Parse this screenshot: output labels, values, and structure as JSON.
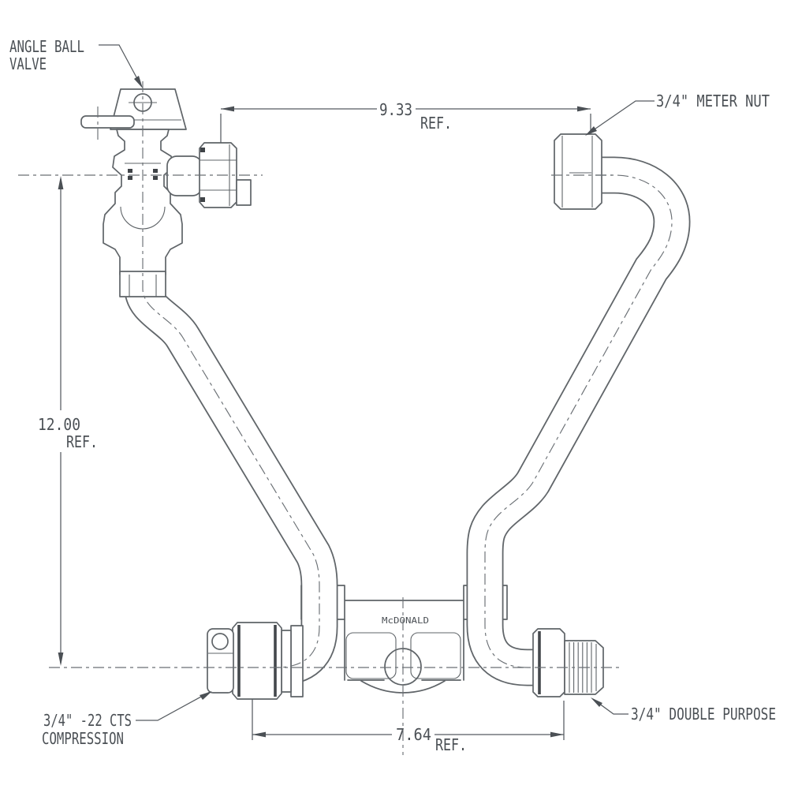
{
  "drawing": {
    "brand_mark": "McDONALD",
    "labels": {
      "angle_ball_valve_line1": "ANGLE BALL",
      "angle_ball_valve_line2": "VALVE",
      "meter_nut": "3/4\" METER NUT",
      "cts_compression_line1": "3/4\" -22 CTS",
      "cts_compression_line2": "COMPRESSION",
      "double_purpose": "3/4\" DOUBLE PURPOSE"
    },
    "dimensions": {
      "top_span": {
        "value": "9.33",
        "qualifier": "REF."
      },
      "height": {
        "value": "12.00",
        "qualifier": "REF."
      },
      "bottom_span": {
        "value": "7.64",
        "qualifier": "REF."
      }
    },
    "colors": {
      "line": "#5f6468",
      "text": "#4b5055",
      "background": "#ffffff"
    }
  }
}
